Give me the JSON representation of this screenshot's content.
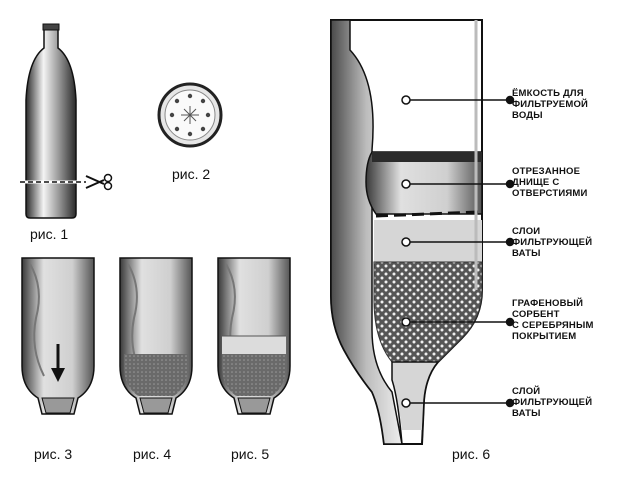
{
  "captions": {
    "fig1": "рис. 1",
    "fig2": "рис. 2",
    "fig3": "рис. 3",
    "fig4": "рис. 4",
    "fig5": "рис. 5",
    "fig6": "рис. 6"
  },
  "labels": [
    {
      "id": "container",
      "text": "ЁМКОСТЬ ДЛЯ\nФИЛЬТРУЕМОЙ\nВОДЫ"
    },
    {
      "id": "cut-bottom",
      "text": "ОТРЕЗАННОЕ\nДНИЩЕ С\nОТВЕРСТИЯМИ"
    },
    {
      "id": "cotton-layers",
      "text": "СЛОИ\nФИЛЬТРУЮЩЕЙ\nВАТЫ"
    },
    {
      "id": "graphene-sorbent",
      "text": "ГРАФЕНОВЫЙ\nСОРБЕНТ\nС СЕРЕБРЯНЫМ\nПОКРЫТИЕМ"
    },
    {
      "id": "cotton-layer",
      "text": "СЛОЙ\nФИЛЬТРУЮЩЕЙ\nВАТЫ"
    }
  ],
  "colors": {
    "outline": "#111111",
    "bottle_dark": "#555555",
    "bottle_light": "#e8e8e8",
    "cotton": "#d2d2d2",
    "sorbent": "#555555",
    "sorbent_dot": "#f0f0f0"
  },
  "icons": [
    "scissors-icon",
    "arrow-down-icon"
  ]
}
